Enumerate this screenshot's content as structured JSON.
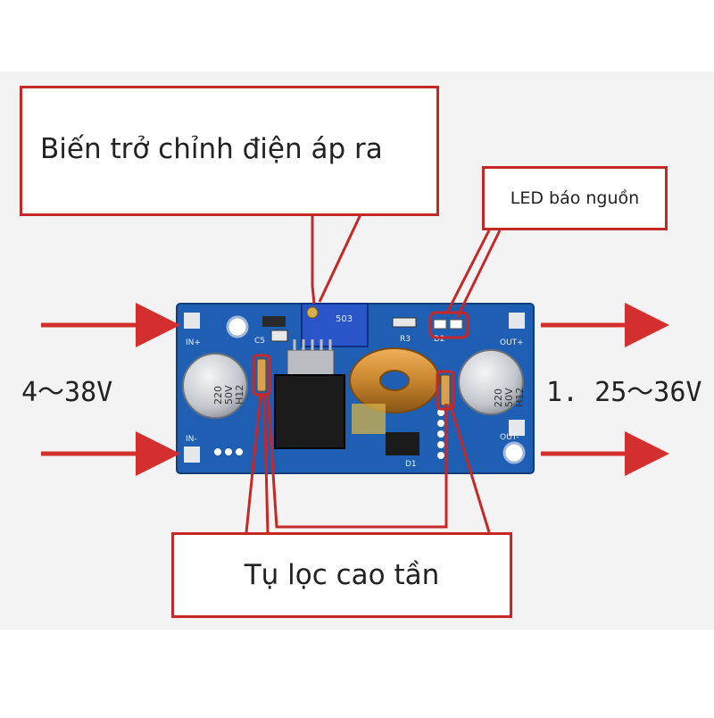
{
  "labels": {
    "potentiometer": "Biến trở chỉnh điện áp ra",
    "power_led": "LED báo nguồn",
    "hf_capacitor": "Tụ lọc cao tần"
  },
  "voltages": {
    "input": "4～38V",
    "output": "1. 25～36V"
  },
  "board": {
    "in_plus": "IN+",
    "in_minus": "IN-",
    "out_plus": "OUT+",
    "out_minus": "OUT-",
    "c5": "C5",
    "r3": "R3",
    "d2": "D2",
    "d1": "D1",
    "pot_code": "503",
    "cap_left": [
      "220",
      "50V",
      "H12"
    ],
    "cap_right": [
      "220",
      "50V",
      "H12"
    ]
  },
  "colors": {
    "annotation": "#c62828",
    "pcb": "#1f5fb3",
    "capacitor": "#c9ccd1",
    "inductor_wire": "#c8862e"
  }
}
